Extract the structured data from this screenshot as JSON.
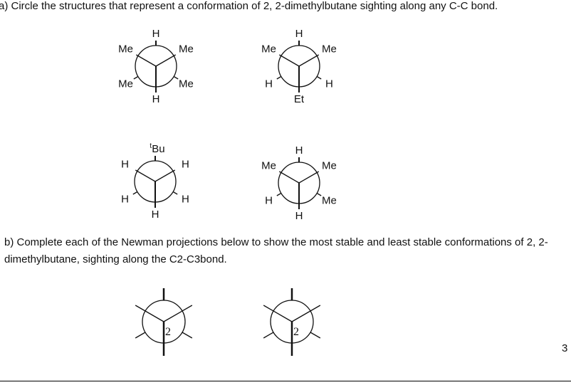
{
  "question_a": "a) Circle the structures that represent a conformation of 2, 2-dimethylbutane sighting along any C-C bond.",
  "question_b_line1": "b) Complete each of the Newman projections below to show the most stable and least stable conformations of 2, 2-",
  "question_b_line2": "dimethylbutane, sighting along the C2-C3bond.",
  "page_number": "3",
  "projections_a": [
    {
      "labels": {
        "top": "H",
        "upper_right": "Me",
        "lower_right": "Me",
        "bottom": "H",
        "lower_left": "Me",
        "upper_left": "Me"
      }
    },
    {
      "labels": {
        "top": "H",
        "upper_right": "Me",
        "lower_right": "H",
        "bottom": "Et",
        "lower_left": "H",
        "upper_left": "Me"
      }
    },
    {
      "labels": {
        "top": "tBu",
        "upper_right": "H",
        "lower_right": "H",
        "bottom": "H",
        "lower_left": "H",
        "upper_left": "H"
      }
    },
    {
      "labels": {
        "top": "H",
        "upper_right": "Me",
        "lower_right": "Me",
        "bottom": "H",
        "lower_left": "H",
        "upper_left": "Me"
      }
    }
  ],
  "projections_b": [
    {
      "center_label": "2"
    },
    {
      "center_label": "2"
    }
  ]
}
